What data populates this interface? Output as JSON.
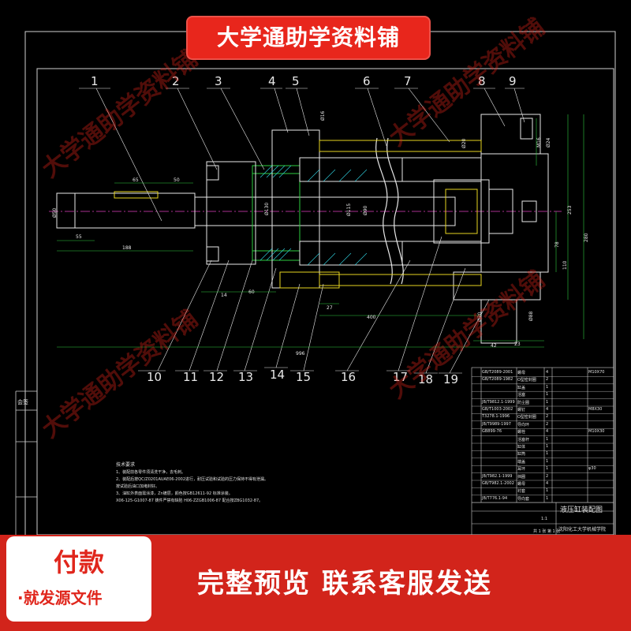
{
  "banner": {
    "title": "大学通助学资料铺"
  },
  "watermark": {
    "text": "大学通助学资料铺"
  },
  "footer": {
    "pay_label": "付款",
    "pay_sub": "·就发源文件",
    "preview": "完整预览  联系客服发送"
  },
  "drawing": {
    "part_numbers": [
      "1",
      "2",
      "3",
      "4",
      "5",
      "6",
      "7",
      "8",
      "9",
      "10",
      "11",
      "12",
      "13",
      "14",
      "15",
      "16",
      "17",
      "18",
      "19"
    ],
    "dimensions": {
      "d_left_shaft": "Ø50",
      "len_55": "55",
      "len_188": "188",
      "len_65": "65",
      "len_50": "50",
      "d_130": "Ø130",
      "d_115": "Ø115",
      "d_90": "Ø90",
      "d_16": "Ø16",
      "d_20_top": "Ø20",
      "d_24": "Ø24",
      "m16": "M16",
      "len_14": "14",
      "len_60": "60",
      "len_27": "27",
      "len_400": "400",
      "len_996": "996",
      "len_42": "42",
      "len_23": "23",
      "d_20_bottom": "Ø20",
      "d_88": "Ø88",
      "len_253": "253",
      "len_280": "280",
      "len_78": "78",
      "len_110": "110"
    },
    "side_label": "会签"
  },
  "notes": {
    "heading": "技术要求",
    "lines": [
      "1、装配前各零件须清洗干净，去毛刺。",
      "2、装配后按QC/Z0201AUAE06-2002进行，耐压试验和试验的压力保持不得有泄漏。",
      "   按试验后油口加堵封好。",
      "3、油缸外表面需涂漆，Zn镀层，颜色按GB12611-92 标准涂装。",
      "X06-125-G1007-87 铸件严禁有缺陷  H06-ZZGB1006-87 配合按ZBG1032-87。"
    ]
  },
  "title_block": {
    "title": "液压缸装配图",
    "company": "沈阳化工大学机械学院",
    "scale": "1:1",
    "sheet": "共 1 张  第 1 张",
    "bom_rows": [
      {
        "code": "GB/T2089-2001",
        "name": "螺母",
        "qty": "4",
        "note": "M10X70"
      },
      {
        "code": "GB/T2089-1982",
        "name": "O型密封圈",
        "qty": "2",
        "note": ""
      },
      {
        "code": "",
        "name": "缸盖",
        "qty": "1",
        "note": ""
      },
      {
        "code": "",
        "name": "活塞",
        "qty": "1",
        "note": ""
      },
      {
        "code": "JB/T9812.1-1999",
        "name": "防尘圈",
        "qty": "1",
        "note": ""
      },
      {
        "code": "GB/T1003-2002",
        "name": "螺钉",
        "qty": "4",
        "note": "M8X30"
      },
      {
        "code": "T3278.1-1996",
        "name": "O型密封圈",
        "qty": "2",
        "note": ""
      },
      {
        "code": "JB/T9989-1997",
        "name": "导向环",
        "qty": "2",
        "note": ""
      },
      {
        "code": "GB899-76",
        "name": "螺栓",
        "qty": "4",
        "note": "M10X30"
      },
      {
        "code": "",
        "name": "活塞杆",
        "qty": "1",
        "note": ""
      },
      {
        "code": "",
        "name": "缸体",
        "qty": "1",
        "note": ""
      },
      {
        "code": "",
        "name": "缸筒",
        "qty": "1",
        "note": ""
      },
      {
        "code": "",
        "name": "端盖",
        "qty": "1",
        "note": ""
      },
      {
        "code": "",
        "name": "耳环",
        "qty": "1",
        "note": "φ30"
      },
      {
        "code": "JB/T982.1-1999",
        "name": "挡圈",
        "qty": "2",
        "note": ""
      },
      {
        "code": "GB/T982.1-2002",
        "name": "螺母",
        "qty": "4",
        "note": ""
      },
      {
        "code": "",
        "name": "衬套",
        "qty": "1",
        "note": ""
      },
      {
        "code": "JB/T776.1-94",
        "name": "导向套",
        "qty": "1",
        "note": ""
      }
    ]
  },
  "colors": {
    "accent": "#e8261c",
    "line_white": "#e8e8e8",
    "line_yellow": "#e6d320",
    "line_green": "#2ecc40",
    "line_magenta": "#e040c0",
    "line_cyan": "#30d0e0"
  }
}
